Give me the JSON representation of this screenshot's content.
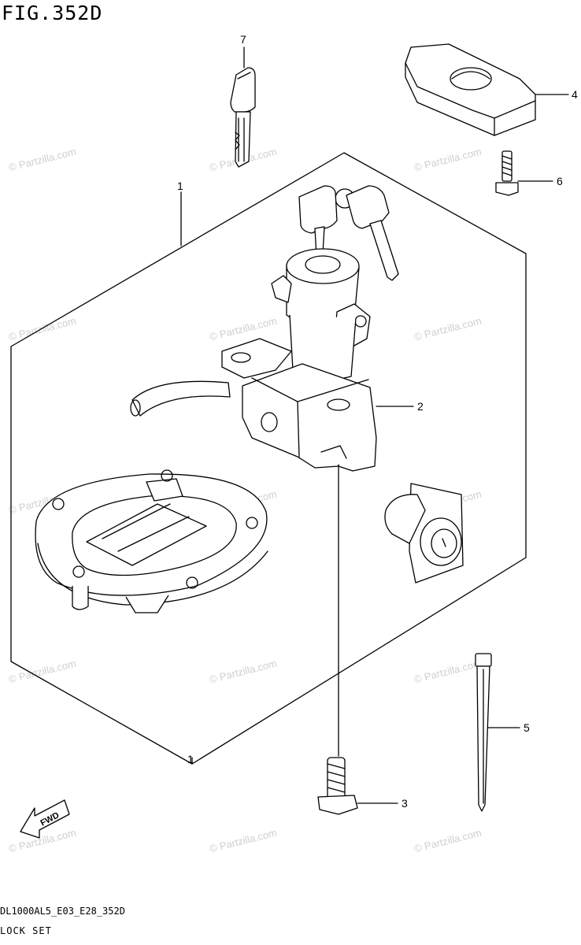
{
  "figure": {
    "title": "FIG.352D",
    "code": "DL1000AL5_E03_E28_352D",
    "name": "LOCK SET"
  },
  "watermark": "© Partzilla.com",
  "callouts": [
    {
      "id": "1",
      "label": "1"
    },
    {
      "id": "2",
      "label": "2"
    },
    {
      "id": "3",
      "label": "3"
    },
    {
      "id": "4",
      "label": "4"
    },
    {
      "id": "5",
      "label": "5"
    },
    {
      "id": "6",
      "label": "6"
    },
    {
      "id": "7",
      "label": "7"
    }
  ],
  "fwd_label": "FWD"
}
